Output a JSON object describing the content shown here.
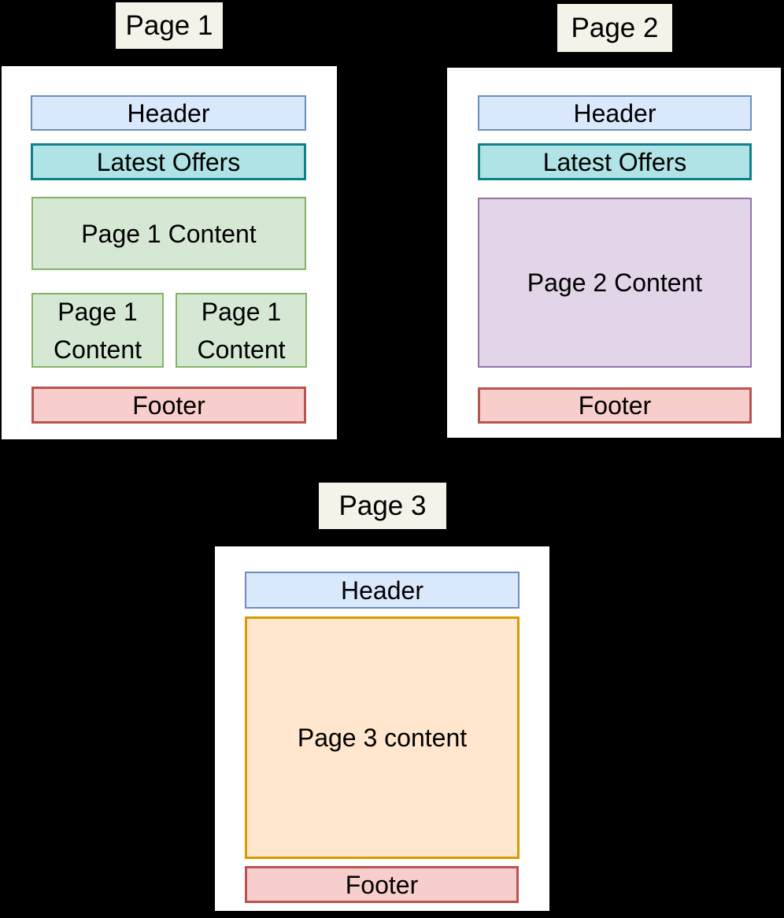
{
  "colors": {
    "background": "#000000",
    "card": "#ffffff",
    "label_fill": "#f5f2e9",
    "header_fill": "#dae8fc",
    "header_border": "#6c8ebf",
    "offers_fill": "#b0e3e6",
    "offers_border": "#0e8088",
    "green_fill": "#d5e8d4",
    "green_border": "#82b366",
    "purple_fill": "#e1d5e7",
    "purple_border": "#9673a6",
    "orange_fill": "#ffe6cc",
    "orange_border": "#d79b00",
    "footer_fill": "#f8cecc",
    "footer_border": "#b85450"
  },
  "pages": {
    "page1": {
      "label": "Page 1",
      "header": "Header",
      "latest_offers": "Latest Offers",
      "content_main": "Page 1 Content",
      "content_left": "Page 1 Content",
      "content_right": "Page 1 Content",
      "footer": "Footer"
    },
    "page2": {
      "label": "Page 2",
      "header": "Header",
      "latest_offers": "Latest Offers",
      "content": "Page 2 Content",
      "footer": "Footer"
    },
    "page3": {
      "label": "Page 3",
      "header": "Header",
      "content": "Page 3 content",
      "footer": "Footer"
    }
  }
}
